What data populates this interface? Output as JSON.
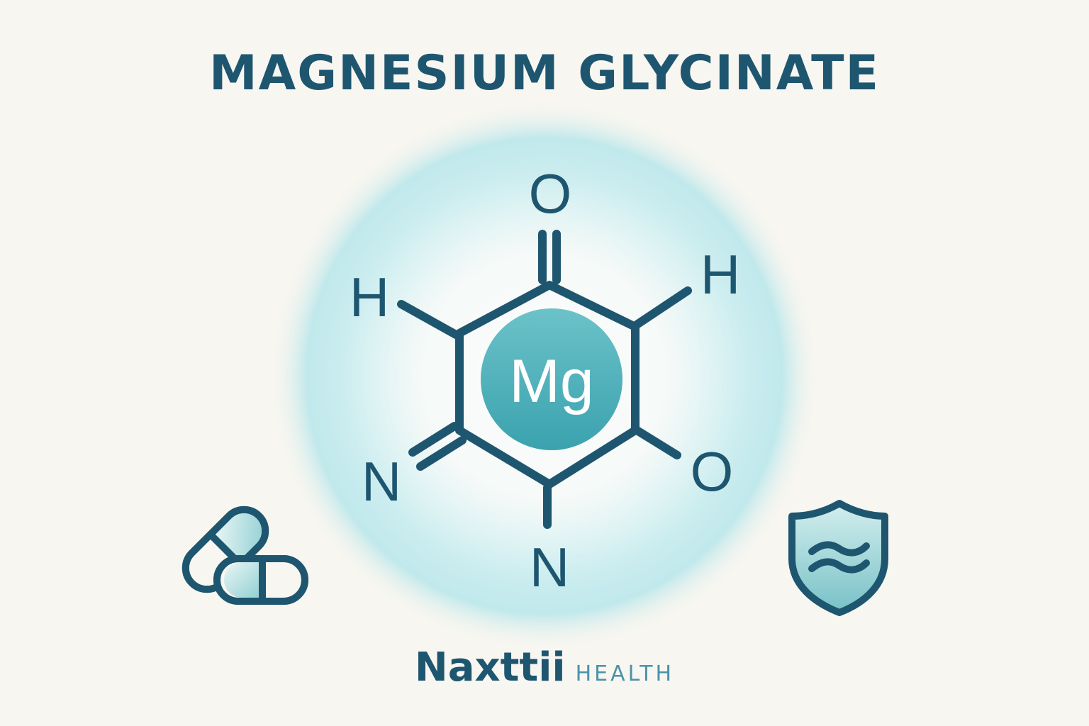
{
  "title": "MAGNESIUM GLYCINATE",
  "center_symbol": "Mg",
  "atoms": {
    "top_o": "O",
    "left_h": "H",
    "right_h": "H",
    "left_n": "N",
    "right_o": "O",
    "bottom_n": "N"
  },
  "brand": {
    "name": "Naxttii",
    "suffix": "HEALTH"
  },
  "icons": {
    "left": "capsule-pills-icon",
    "right": "shield-waves-icon"
  },
  "colors": {
    "background": "#f8f6f0",
    "primary": "#1e5670",
    "accent": "#4fb3bf",
    "glow": "#aee4ea"
  }
}
